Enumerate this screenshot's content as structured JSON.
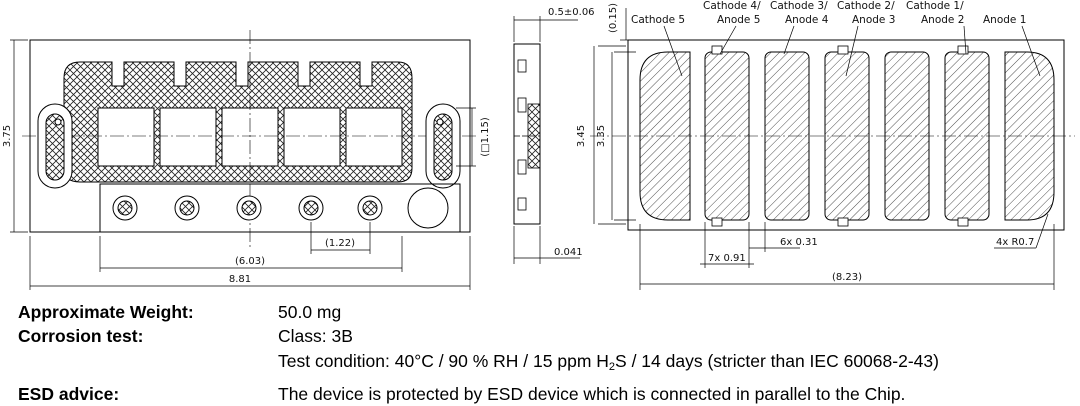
{
  "drawing": {
    "dimensions": {
      "total_width": "8.81",
      "total_height": "3.75",
      "inner_width": "(6.03)",
      "pad_pitch": "(1.22)",
      "window": "(□1.15)",
      "thickness": "0.5±0.06",
      "top_offset": "(0.15)",
      "bottom_thickness": "0.041",
      "height_outer": "3.45",
      "height_inner": "3.35",
      "gap": "6x 0.31",
      "pad_width": "7x 0.91",
      "radius": "4x R0.7",
      "pad_span": "(8.23)"
    },
    "pad_labels": {
      "cathode5": "Cathode 5",
      "c4_line1": "Cathode 4/",
      "c4_line2": "Anode 5",
      "c3_line1": "Cathode 3/",
      "c3_line2": "Anode 4",
      "c2_line1": "Cathode 2/",
      "c2_line2": "Anode 3",
      "c1_line1": "Cathode 1/",
      "c1_line2": "Anode 2",
      "anode1": "Anode 1"
    }
  },
  "specs": {
    "weight_label": "Approximate Weight:",
    "weight_value": "50.0 mg",
    "corrosion_label": "Corrosion test:",
    "corrosion_class": "Class: 3B",
    "test_pre": "Test condition: 40°C / 90 % RH / 15 ppm H",
    "test_sub": "2",
    "test_post": "S / 14 days (stricter than IEC  60068-2-43)",
    "esd_label": "ESD advice:",
    "esd_value": "The device is protected by ESD device which is connected in parallel to the Chip."
  }
}
